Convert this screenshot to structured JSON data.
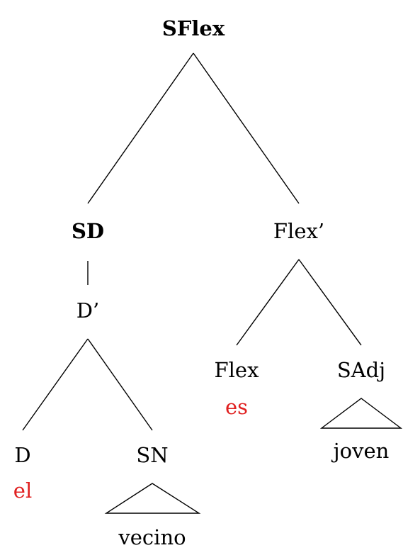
{
  "colors": {
    "text": "#000000",
    "highlight": "#e02020"
  },
  "tree": {
    "root": {
      "label": "SFlex",
      "bold": true
    },
    "sd": {
      "label": "SD",
      "bold": true
    },
    "d_bar": {
      "label": "D’"
    },
    "d": {
      "label": "D",
      "word": "el"
    },
    "sn": {
      "label": "SN",
      "word": "vecino"
    },
    "flex_bar": {
      "label": "Flex’"
    },
    "flex": {
      "label": "Flex",
      "word": "es"
    },
    "sadj": {
      "label": "SAdj",
      "word": "joven"
    }
  }
}
